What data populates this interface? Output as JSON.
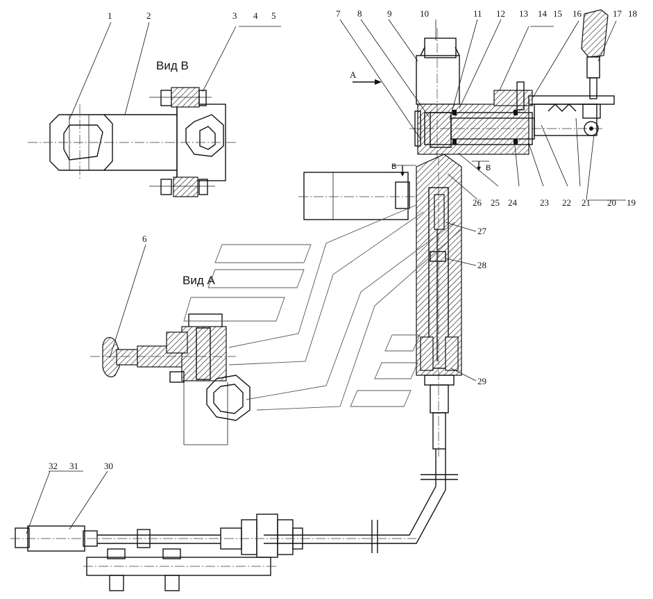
{
  "views": {
    "view_b": "Вид B",
    "view_a": "Вид A"
  },
  "arrows": {
    "a": "A",
    "b_left": "B",
    "b_right": "B"
  },
  "callouts": [
    {
      "id": "c1",
      "label": "1"
    },
    {
      "id": "c2",
      "label": "2"
    },
    {
      "id": "c3",
      "label": "3"
    },
    {
      "id": "c4",
      "label": "4"
    },
    {
      "id": "c5",
      "label": "5"
    },
    {
      "id": "c6",
      "label": "6"
    },
    {
      "id": "c7",
      "label": "7"
    },
    {
      "id": "c8",
      "label": "8"
    },
    {
      "id": "c9",
      "label": "9"
    },
    {
      "id": "c10",
      "label": "10"
    },
    {
      "id": "c11",
      "label": "11"
    },
    {
      "id": "c12",
      "label": "12"
    },
    {
      "id": "c13",
      "label": "13"
    },
    {
      "id": "c14",
      "label": "14"
    },
    {
      "id": "c15",
      "label": "15"
    },
    {
      "id": "c16",
      "label": "16"
    },
    {
      "id": "c17",
      "label": "17"
    },
    {
      "id": "c18",
      "label": "18"
    },
    {
      "id": "c19",
      "label": "19"
    },
    {
      "id": "c20",
      "label": "20"
    },
    {
      "id": "c21",
      "label": "21"
    },
    {
      "id": "c22",
      "label": "22"
    },
    {
      "id": "c23",
      "label": "23"
    },
    {
      "id": "c24",
      "label": "24"
    },
    {
      "id": "c25",
      "label": "25"
    },
    {
      "id": "c26",
      "label": "26"
    },
    {
      "id": "c27",
      "label": "27"
    },
    {
      "id": "c28",
      "label": "28"
    },
    {
      "id": "c29",
      "label": "29"
    },
    {
      "id": "c30",
      "label": "30"
    },
    {
      "id": "c31",
      "label": "31"
    },
    {
      "id": "c32",
      "label": "32"
    }
  ]
}
